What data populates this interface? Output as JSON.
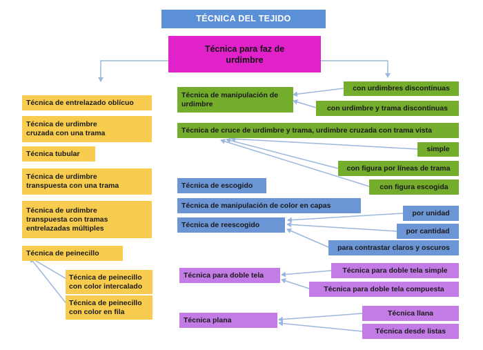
{
  "title": "TÉCNICA DEL TEJIDO",
  "root": "Técnica para faz de urdimbre",
  "left": {
    "items": [
      "Técnica de entrelazado oblícuo",
      "Técnica de urdimbre cruzada con una trama",
      "Técnica tubular",
      "Técnica de urdimbre transpuesta con una trama",
      "Técnica de urdimbre transpuesta con tramas entrelazadas múltiples",
      "Técnica de peinecillo"
    ],
    "peinecillo_children": [
      "Técnica de peinecillo con color intercalado",
      "Técnica de peinecillo con color en fila"
    ]
  },
  "right": {
    "manipulacion": {
      "label": "Técnica de manipulación de urdimbre",
      "children": [
        "con urdimbres discontinuas",
        "con urdimbre y trama discontinuas"
      ]
    },
    "cruce": {
      "label": "Técnica de cruce de urdimbre y trama, urdimbre cruzada con trama vista",
      "children": [
        "simple",
        "con figura por líneas de trama",
        "con figura escogida"
      ]
    },
    "escogido": "Técnica de escogido",
    "manip_color": "Técnica de manipulación de color en capas",
    "reescogido": {
      "label": "Técnica de reescogido",
      "children": [
        "por unidad",
        "por cantidad",
        "para contrastar claros y oscuros"
      ]
    },
    "doble_tela": {
      "label": "Técnica para doble tela",
      "children": [
        "Técnica para doble tela simple",
        "Técnica para doble tela compuesta"
      ]
    },
    "plana": {
      "label": "Técnica plana",
      "children": [
        "Técnica llana",
        "Técnica desde listas"
      ]
    }
  },
  "colors": {
    "title": "#5b8fd6",
    "root": "#e121c9",
    "yellow": "#f8cd4f",
    "green": "#74ac2c",
    "blue": "#6c95d6",
    "purple": "#c37be6",
    "connector": "#9bb7dd"
  }
}
